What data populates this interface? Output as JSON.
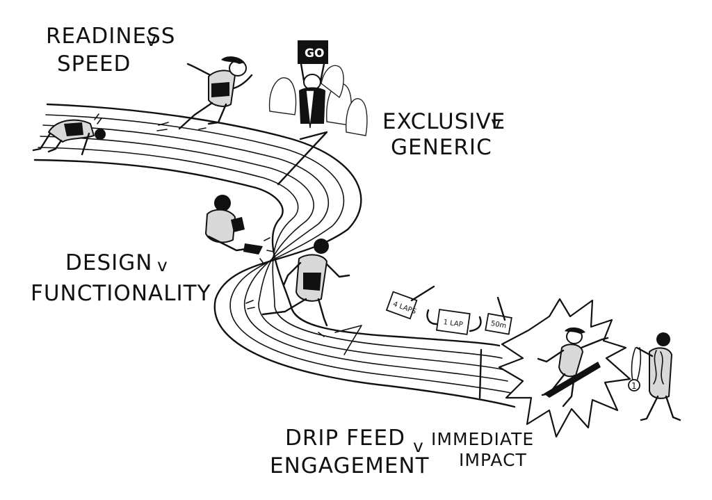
{
  "labels": {
    "readiness": "READINESS",
    "readiness_v": "v",
    "speed": "SPEED",
    "exclusive": "EXCLUSIVE",
    "exclusive_v": "v",
    "generic": "GENERIC",
    "design": "DESIGN",
    "design_v": "v",
    "functionality": "FUNCTIONALITY",
    "drip_feed": "DRIP FEED",
    "engagement": "ENGAGEMENT",
    "engagement_v": "v",
    "immediate": "IMMEDIATE",
    "impact": "IMPACT"
  },
  "props": {
    "go_sign": "GO",
    "card_laps": "4 LAPS",
    "card_lap": "1 LAP",
    "card_50m": "50m",
    "medal": "1"
  }
}
